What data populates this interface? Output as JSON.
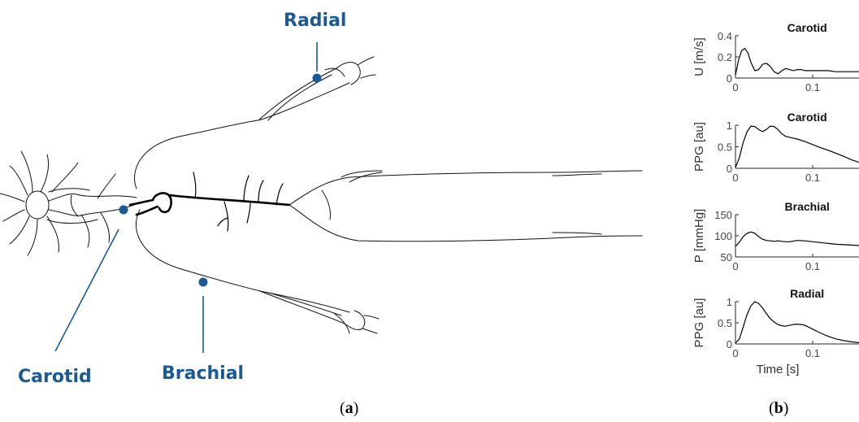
{
  "colors": {
    "marker": "#1a5a96",
    "label": "#1a5a96",
    "vessel": "#000000",
    "outline": "#111111"
  },
  "labels": {
    "radial": "Radial",
    "carotid": "Carotid",
    "brachial": "Brachial",
    "panel_a_open": "(",
    "panel_a_letter": "a",
    "panel_a_close": ")",
    "panel_b_open": "(",
    "panel_b_letter": "b",
    "panel_b_close": ")"
  },
  "chart_data": [
    {
      "type": "line",
      "title": "Carotid",
      "ylabel": "U [m/s]",
      "xlim": [
        0,
        0.16
      ],
      "ylim": [
        0,
        0.4
      ],
      "xticks": [
        0,
        0.1
      ],
      "xtick_labels": [
        "0",
        "0.1"
      ],
      "yticks": [
        0,
        0.2,
        0.4
      ],
      "ytick_labels": [
        "0",
        "0.2",
        "0.4"
      ],
      "series": [
        {
          "x": [
            0,
            0.004,
            0.008,
            0.012,
            0.016,
            0.02,
            0.025,
            0.03,
            0.035,
            0.04,
            0.045,
            0.05,
            0.055,
            0.06,
            0.065,
            0.07,
            0.075,
            0.08,
            0.085,
            0.09,
            0.095,
            0.1,
            0.11,
            0.12,
            0.13,
            0.14,
            0.15,
            0.16
          ],
          "y": [
            0.03,
            0.17,
            0.26,
            0.28,
            0.24,
            0.15,
            0.07,
            0.08,
            0.13,
            0.14,
            0.11,
            0.06,
            0.04,
            0.07,
            0.09,
            0.08,
            0.07,
            0.08,
            0.08,
            0.07,
            0.07,
            0.07,
            0.07,
            0.07,
            0.06,
            0.06,
            0.06,
            0.06
          ]
        }
      ]
    },
    {
      "type": "line",
      "title": "Carotid",
      "ylabel": "PPG [au]",
      "xlim": [
        0,
        0.16
      ],
      "ylim": [
        0,
        1
      ],
      "xticks": [
        0,
        0.1
      ],
      "xtick_labels": [
        "0",
        "0.1"
      ],
      "yticks": [
        0,
        0.5,
        1
      ],
      "ytick_labels": [
        "0",
        "0.5",
        "1"
      ],
      "series": [
        {
          "x": [
            0,
            0.005,
            0.01,
            0.015,
            0.02,
            0.025,
            0.03,
            0.035,
            0.04,
            0.045,
            0.05,
            0.055,
            0.06,
            0.065,
            0.07,
            0.075,
            0.08,
            0.09,
            0.1,
            0.11,
            0.12,
            0.13,
            0.14,
            0.15,
            0.16
          ],
          "y": [
            0.02,
            0.25,
            0.6,
            0.85,
            0.98,
            0.97,
            0.9,
            0.85,
            0.9,
            0.98,
            0.97,
            0.9,
            0.8,
            0.74,
            0.72,
            0.7,
            0.68,
            0.62,
            0.55,
            0.48,
            0.42,
            0.35,
            0.28,
            0.2,
            0.14
          ]
        }
      ]
    },
    {
      "type": "line",
      "title": "Brachial",
      "ylabel": "P [mmHg]",
      "xlim": [
        0,
        0.16
      ],
      "ylim": [
        50,
        150
      ],
      "xticks": [
        0,
        0.1
      ],
      "xtick_labels": [
        "0",
        "0.1"
      ],
      "yticks": [
        50,
        100,
        150
      ],
      "ytick_labels": [
        "50",
        "100",
        "150"
      ],
      "series": [
        {
          "x": [
            0,
            0.005,
            0.01,
            0.015,
            0.02,
            0.025,
            0.03,
            0.035,
            0.04,
            0.045,
            0.05,
            0.055,
            0.06,
            0.065,
            0.07,
            0.08,
            0.09,
            0.1,
            0.11,
            0.12,
            0.13,
            0.14,
            0.15,
            0.16
          ],
          "y": [
            75,
            85,
            98,
            106,
            109,
            106,
            98,
            92,
            89,
            88,
            87,
            88,
            87,
            86,
            86,
            89,
            88,
            86,
            84,
            82,
            80,
            79,
            78,
            77
          ]
        }
      ]
    },
    {
      "type": "line",
      "title": "Radial",
      "ylabel": "PPG [au]",
      "xlabel": "Time [s]",
      "xlim": [
        0,
        0.16
      ],
      "ylim": [
        0,
        1
      ],
      "xticks": [
        0,
        0.1
      ],
      "xtick_labels": [
        "0",
        "0.1"
      ],
      "yticks": [
        0,
        0.5,
        1
      ],
      "ytick_labels": [
        "0",
        "0.5",
        "1"
      ],
      "series": [
        {
          "x": [
            0,
            0.005,
            0.01,
            0.015,
            0.02,
            0.025,
            0.03,
            0.035,
            0.04,
            0.045,
            0.05,
            0.055,
            0.06,
            0.065,
            0.07,
            0.075,
            0.08,
            0.085,
            0.09,
            0.1,
            0.11,
            0.12,
            0.13,
            0.14,
            0.15,
            0.16
          ],
          "y": [
            0.02,
            0.12,
            0.4,
            0.7,
            0.9,
            1.0,
            0.96,
            0.85,
            0.72,
            0.6,
            0.52,
            0.46,
            0.43,
            0.42,
            0.44,
            0.46,
            0.47,
            0.46,
            0.44,
            0.35,
            0.26,
            0.18,
            0.12,
            0.08,
            0.05,
            0.03
          ]
        }
      ]
    }
  ]
}
